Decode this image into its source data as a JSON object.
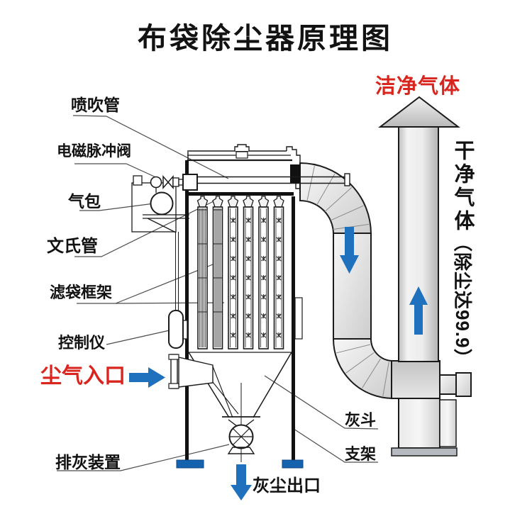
{
  "title": "布袋除尘器原理图",
  "colors": {
    "red_text": "#d9251d",
    "blue_arrow": "#1f70bd",
    "blue_foot": "#1563af",
    "line": "#1b1b1b"
  },
  "labels": {
    "blow_pipe": "喷吹管",
    "pulse_valve": "电磁脉冲阀",
    "air_bag": "气包",
    "venturi": "文氏管",
    "bag_cage": "滤袋框架",
    "controller": "控制仪",
    "dust_inlet": "尘气入口",
    "ash_discharge": "排灰装置",
    "clean_gas": "洁净气体",
    "clean_gas_vertical_main": "干净气体",
    "clean_gas_vertical_note": "（除尘达99.9）",
    "ash_hopper": "灰斗",
    "support": "支架",
    "dust_outlet": "灰尘出口"
  }
}
